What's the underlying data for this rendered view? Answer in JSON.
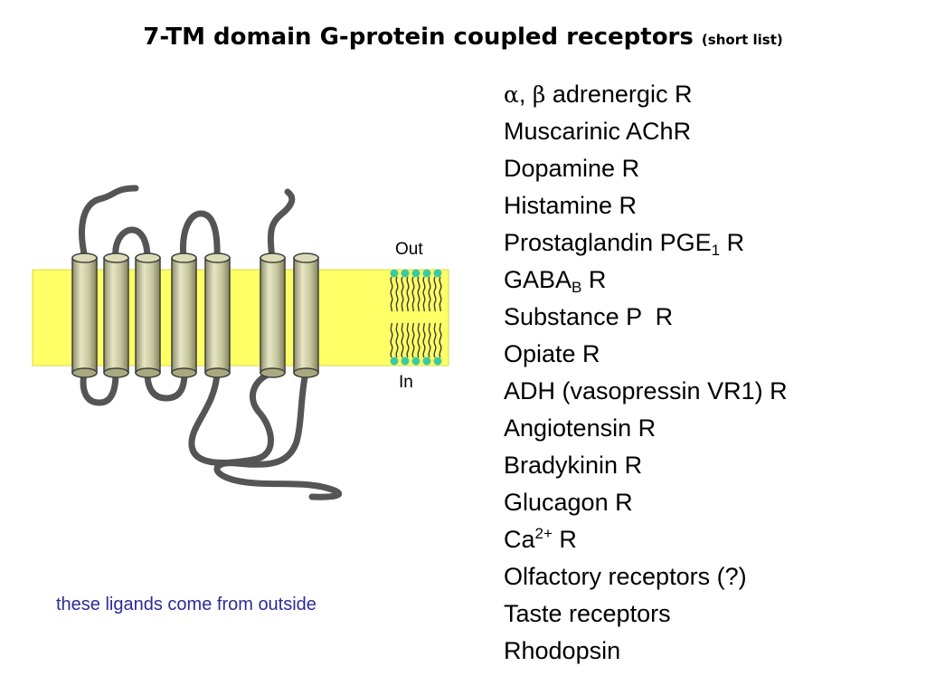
{
  "title": {
    "main": "7-TM domain G-protein coupled receptors",
    "sub": "(short list)"
  },
  "diagram": {
    "out_label": "Out",
    "in_label": "In",
    "membrane_color": "#FFFF66",
    "helix_count": 7,
    "loop_color": "#555555",
    "helix_color": "#C4C49A",
    "lipid_head_color": "#3CC9A0"
  },
  "receptors": [
    {
      "alpha": "α",
      "sep": ", ",
      "beta": "β",
      "rest": " adrenergic R"
    },
    {
      "text": "Muscarinic AChR"
    },
    {
      "text": "Dopamine R"
    },
    {
      "text": "Histamine R"
    },
    {
      "pre": "Prostaglandin PGE",
      "sub": "1",
      "post": " R"
    },
    {
      "pre": "GABA",
      "sub": "B",
      "post": " R"
    },
    {
      "text": "Substance P  R"
    },
    {
      "text": "Opiate R"
    },
    {
      "text": "ADH (vasopressin VR1) R"
    },
    {
      "text": "Angiotensin R"
    },
    {
      "text": "Bradykinin R"
    },
    {
      "text": "Glucagon R"
    },
    {
      "pre": "Ca",
      "sup": "2+",
      "post": " R"
    },
    {
      "text": "Olfactory receptors (?)"
    },
    {
      "text": "Taste receptors"
    },
    {
      "text": "Rhodopsin"
    }
  ],
  "note": "these ligands come from outside"
}
